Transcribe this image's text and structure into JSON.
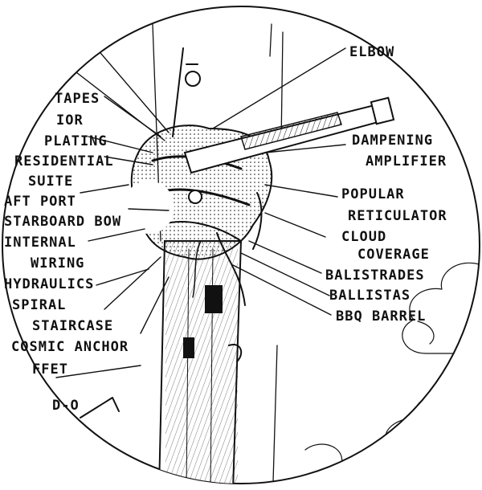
{
  "labels_left": [
    "TAPES",
    "IOR",
    "PLATING",
    "RESIDENTIAL",
    "SUITE",
    "AFT PORT",
    "STARBOARD BOW",
    "INTERNAL",
    "WIRING",
    "HYDRAULICS",
    "SPIRAL",
    "STAIRCASE",
    "COSMIC ANCHOR",
    "FFET"
  ],
  "labels_right": [
    "ELBOW",
    "DAMPENING",
    "AMPLIFIER",
    "POPULAR",
    "RETICULATOR",
    "CLOUD",
    "COVERAGE",
    "BALISTRADES",
    "BALLISTAS",
    "BBQ BARREL"
  ],
  "corner_text": "D-O"
}
